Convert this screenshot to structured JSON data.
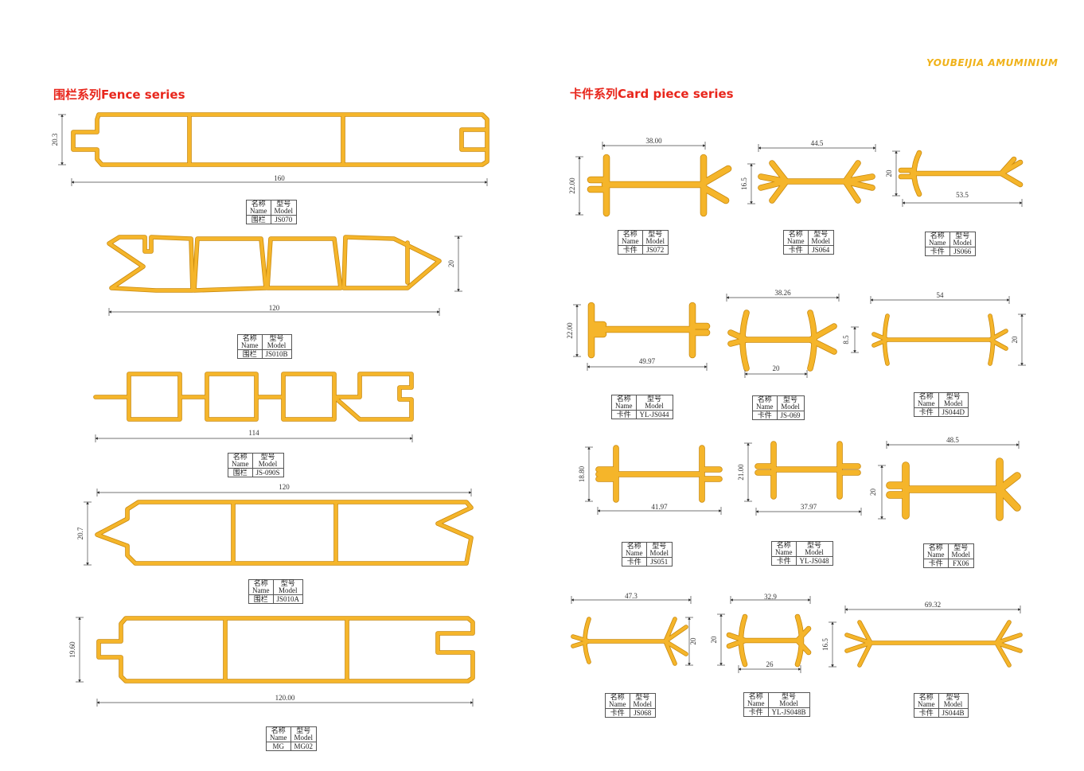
{
  "brand": "YOUBEIJIA AMUMINIUM",
  "colors": {
    "profile_fill": "#f5b52a",
    "profile_stroke": "#c98a10",
    "title_red": "#e8261c",
    "brand_gold": "#f0b21a"
  },
  "sections": {
    "fence_title": "围栏系列Fence  series",
    "card_title": "卡件系列Card piece series"
  },
  "table_labels": {
    "name_cn": "名称",
    "name_en": "Name",
    "model_cn": "型号",
    "model_en": "Model"
  },
  "fence_items": [
    {
      "name": "围栏",
      "model": "JS070",
      "dims": [
        "20.3",
        "160"
      ]
    },
    {
      "name": "围栏",
      "model": "JS010B",
      "dims": [
        "20",
        "120"
      ]
    },
    {
      "name": "围栏",
      "model": "JS-090S",
      "dims": [
        "114"
      ]
    },
    {
      "name": "围栏",
      "model": "JS010A",
      "dims": [
        "120",
        "20.7"
      ]
    },
    {
      "name": "MG",
      "model": "MG02",
      "dims": [
        "19.60",
        "120.00"
      ]
    }
  ],
  "card_items": [
    {
      "name": "卡件",
      "model": "JS072",
      "dims": [
        "38.00",
        "22.00"
      ]
    },
    {
      "name": "卡件",
      "model": "JS064",
      "dims": [
        "44.5",
        "16.5"
      ]
    },
    {
      "name": "卡件",
      "model": "JS066",
      "dims": [
        "20",
        "53.5"
      ]
    },
    {
      "name": "卡件",
      "model": "YL-JS044",
      "dims": [
        "22.00",
        "49.97"
      ]
    },
    {
      "name": "卡件",
      "model": "JS-069",
      "dims": [
        "38.26",
        "8.5",
        "20"
      ]
    },
    {
      "name": "卡件",
      "model": "JS044D",
      "dims": [
        "54",
        "20"
      ]
    },
    {
      "name": "卡件",
      "model": "JS051",
      "dims": [
        "18.80",
        "41.97"
      ]
    },
    {
      "name": "卡件",
      "model": "YL-JS048",
      "dims": [
        "21.00",
        "37.97"
      ]
    },
    {
      "name": "卡件",
      "model": "FX06",
      "dims": [
        "48.5",
        "20"
      ]
    },
    {
      "name": "卡件",
      "model": "JS068",
      "dims": [
        "47.3",
        "20"
      ]
    },
    {
      "name": "卡件",
      "model": "YL-JS048B",
      "dims": [
        "32.9",
        "20",
        "26"
      ]
    },
    {
      "name": "卡件",
      "model": "JS044B",
      "dims": [
        "69.32",
        "16.5"
      ]
    }
  ]
}
